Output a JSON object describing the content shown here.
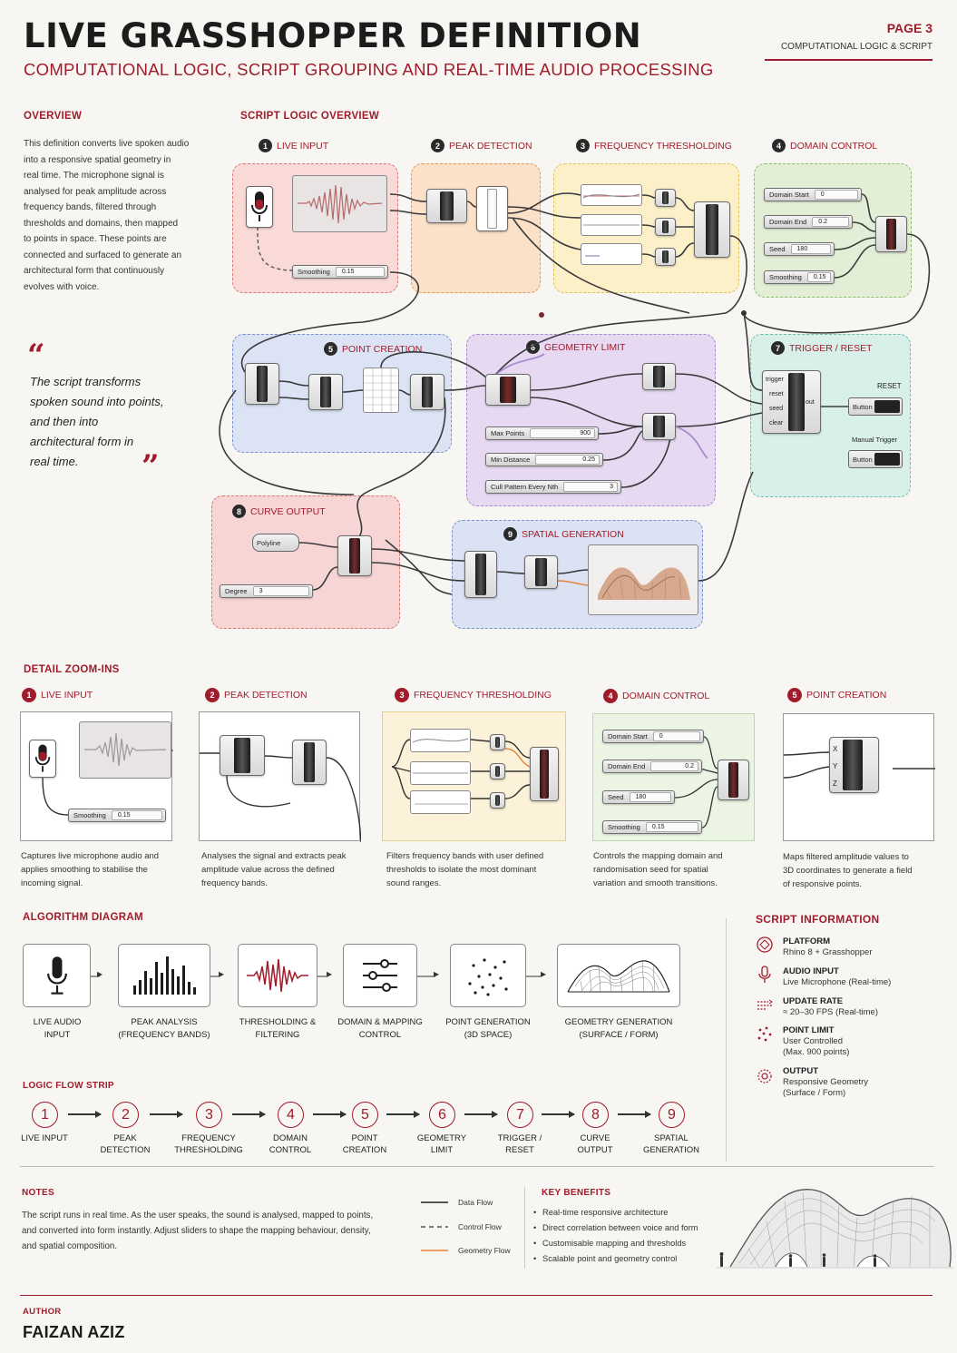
{
  "header": {
    "title": "LIVE GRASSHOPPER DEFINITION",
    "subtitle": "COMPUTATIONAL LOGIC, SCRIPT GROUPING AND REAL-TIME AUDIO PROCESSING",
    "page": "PAGE 3",
    "page_sub": "COMPUTATIONAL LOGIC & SCRIPT"
  },
  "overview": {
    "heading": "OVERVIEW",
    "lines": [
      "This definition converts live spoken audio",
      "into a responsive spatial geometry in",
      "real time. The microphone signal is",
      "analysed for peak amplitude across",
      "frequency bands, filtered through",
      "thresholds and domains, then mapped",
      "to points in space. These points are",
      "connected and surfaced to generate an",
      "architectural form that continuously",
      "evolves with voice."
    ]
  },
  "quote": {
    "open": "“",
    "close": "”",
    "lines": [
      "The script transforms",
      "spoken sound into points,",
      "and then into",
      "architectural form in",
      "real time."
    ]
  },
  "logic": {
    "heading": "SCRIPT LOGIC OVERVIEW",
    "groups": [
      {
        "num": "1",
        "label": "LIVE INPUT"
      },
      {
        "num": "2",
        "label": "PEAK DETECTION"
      },
      {
        "num": "3",
        "label": "FREQUENCY THRESHOLDING"
      },
      {
        "num": "4",
        "label": "DOMAIN CONTROL"
      },
      {
        "num": "5",
        "label": "POINT CREATION"
      },
      {
        "num": "6",
        "label": "GEOMETRY LIMIT"
      },
      {
        "num": "7",
        "label": "TRIGGER / RESET"
      },
      {
        "num": "8",
        "label": "CURVE OUTPUT"
      },
      {
        "num": "9",
        "label": "SPATIAL GENERATION"
      }
    ],
    "sliders": {
      "smoothing": "Smoothing",
      "smoothing_val": "0.15",
      "domain_start": "Domain Start",
      "domain_start_val": "0",
      "domain_end": "Domain End",
      "domain_end_val": "0.2",
      "seed": "Seed",
      "seed_val": "180",
      "smoothing2": "Smoothing",
      "smoothing2_val": "0.15",
      "max_points": "Max Points",
      "max_points_val": "900",
      "min_distance": "Min Distance",
      "min_distance_val": "0.25",
      "cull": "Cull Pattern Every Nth",
      "cull_val": "3",
      "polyline": "Polyline",
      "degree": "Degree",
      "degree_val": "3"
    },
    "trigger": {
      "inputs": [
        "trigger",
        "reset",
        "seed",
        "clear"
      ],
      "out": "out",
      "reset_label": "RESET",
      "manual_label": "Manual Trigger",
      "button": "Button"
    }
  },
  "detail": {
    "heading": "DETAIL ZOOM-INS",
    "items": [
      {
        "num": "1",
        "label": "LIVE INPUT",
        "caption": [
          "Captures live microphone audio and",
          "applies smoothing to stabilise the",
          "incoming signal."
        ]
      },
      {
        "num": "2",
        "label": "PEAK DETECTION",
        "caption": [
          "Analyses the signal and extracts peak",
          "amplitude value across the defined",
          "frequency bands."
        ]
      },
      {
        "num": "3",
        "label": "FREQUENCY THRESHOLDING",
        "caption": [
          "Filters frequency bands with user defined",
          "thresholds to isolate the most dominant",
          "sound ranges."
        ]
      },
      {
        "num": "4",
        "label": "DOMAIN CONTROL",
        "caption": [
          "Controls the mapping domain and",
          "randomisation seed for spatial",
          "variation and smooth transitions."
        ]
      },
      {
        "num": "5",
        "label": "POINT CREATION",
        "caption": [
          "Maps filtered amplitude values to",
          "3D coordinates to generate a field",
          "of responsive points."
        ]
      }
    ],
    "xyz": [
      "X",
      "Y",
      "Z"
    ]
  },
  "algorithm": {
    "heading": "ALGORITHM DIAGRAM",
    "steps": [
      {
        "l1": "LIVE AUDIO",
        "l2": "INPUT"
      },
      {
        "l1": "PEAK ANALYSIS",
        "l2": "(FREQUENCY BANDS)"
      },
      {
        "l1": "THRESHOLDING &",
        "l2": "FILTERING"
      },
      {
        "l1": "DOMAIN & MAPPING",
        "l2": "CONTROL"
      },
      {
        "l1": "POINT GENERATION",
        "l2": "(3D SPACE)"
      },
      {
        "l1": "GEOMETRY GENERATION",
        "l2": "(SURFACE / FORM)"
      }
    ]
  },
  "flow": {
    "heading": "LOGIC FLOW STRIP",
    "steps": [
      {
        "n": "1",
        "l1": "LIVE INPUT",
        "l2": ""
      },
      {
        "n": "2",
        "l1": "PEAK",
        "l2": "DETECTION"
      },
      {
        "n": "3",
        "l1": "FREQUENCY",
        "l2": "THRESHOLDING"
      },
      {
        "n": "4",
        "l1": "DOMAIN",
        "l2": "CONTROL"
      },
      {
        "n": "5",
        "l1": "POINT",
        "l2": "CREATION"
      },
      {
        "n": "6",
        "l1": "GEOMETRY",
        "l2": "LIMIT"
      },
      {
        "n": "7",
        "l1": "TRIGGER /",
        "l2": "RESET"
      },
      {
        "n": "8",
        "l1": "CURVE",
        "l2": "OUTPUT"
      },
      {
        "n": "9",
        "l1": "SPATIAL",
        "l2": "GENERATION"
      }
    ]
  },
  "info": {
    "heading": "SCRIPT INFORMATION",
    "items": [
      {
        "icon": "platform-icon",
        "title": "PLATFORM",
        "v1": "Rhino 8 + Grasshopper",
        "v2": ""
      },
      {
        "icon": "microphone-icon",
        "title": "AUDIO INPUT",
        "v1": "Live Microphone (Real-time)",
        "v2": ""
      },
      {
        "icon": "update-rate-icon",
        "title": "UPDATE RATE",
        "v1": "≈ 20–30 FPS (Real-time)",
        "v2": ""
      },
      {
        "icon": "points-icon",
        "title": "POINT LIMIT",
        "v1": "User Controlled",
        "v2": "(Max. 900 points)"
      },
      {
        "icon": "geometry-icon",
        "title": "OUTPUT",
        "v1": "Responsive Geometry",
        "v2": "(Surface / Form)"
      }
    ]
  },
  "notes": {
    "heading": "NOTES",
    "lines": [
      "The script runs in real time. As the user speaks, the sound is analysed, mapped to points,",
      "and converted into form instantly. Adjust sliders to shape the mapping behaviour, density,",
      "and spatial composition."
    ],
    "legend": [
      "Data Flow",
      "Control Flow",
      "Geometry Flow"
    ]
  },
  "benefits": {
    "heading": "KEY BENEFITS",
    "items": [
      "Real-time responsive architecture",
      "Direct correlation between voice and form",
      "Customisable mapping and thresholds",
      "Scalable point and geometry control"
    ]
  },
  "author": {
    "label": "AUTHOR",
    "name": "FAIZAN AZIZ"
  },
  "colors": {
    "accent": "#a01c2a",
    "g1": "#f9d9d6",
    "g2": "#fbe1c8",
    "g3": "#fcf0c9",
    "g4": "#e2efd6",
    "g5": "#dbe3f4",
    "g6": "#e6d9f1",
    "g7": "#d9f0ea",
    "g8": "#f7d5d4",
    "g9": "#dbe2f4"
  }
}
